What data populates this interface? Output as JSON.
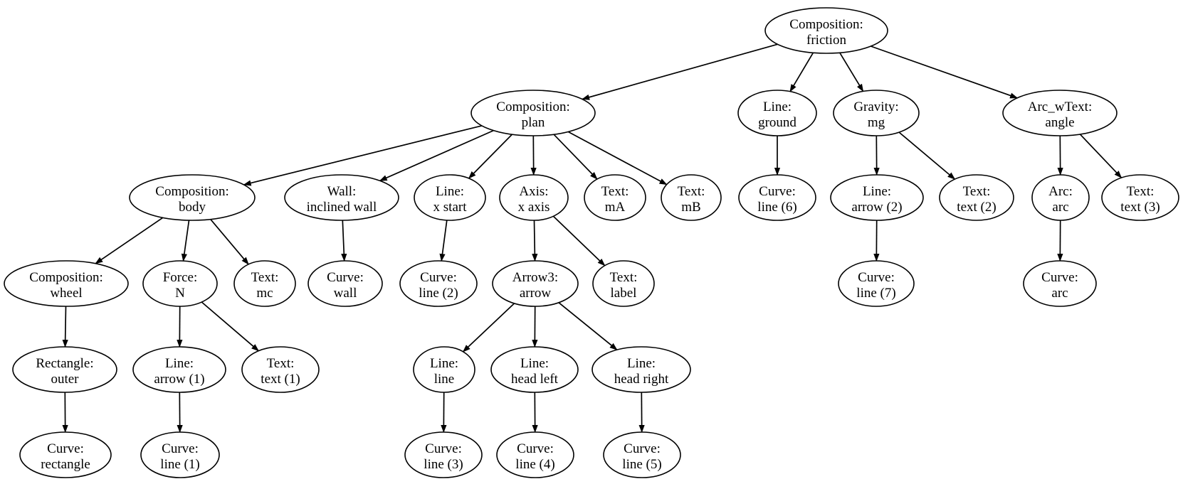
{
  "diagram": {
    "kind": "directed-graph",
    "colors": {
      "background": "#ffffff",
      "node_fill": "#ffffff",
      "stroke": "#000000",
      "text": "#000000"
    },
    "nodes": [
      {
        "id": "friction",
        "line1": "Composition:",
        "line2": "friction"
      },
      {
        "id": "plan",
        "line1": "Composition:",
        "line2": "plan"
      },
      {
        "id": "ground",
        "line1": "Line:",
        "line2": "ground"
      },
      {
        "id": "mg",
        "line1": "Gravity:",
        "line2": "mg"
      },
      {
        "id": "angle",
        "line1": "Arc_wText:",
        "line2": "angle"
      },
      {
        "id": "body",
        "line1": "Composition:",
        "line2": "body"
      },
      {
        "id": "inclined-wall",
        "line1": "Wall:",
        "line2": "inclined wall"
      },
      {
        "id": "x-start",
        "line1": "Line:",
        "line2": "x start"
      },
      {
        "id": "x-axis",
        "line1": "Axis:",
        "line2": "x axis"
      },
      {
        "id": "mA",
        "line1": "Text:",
        "line2": "mA"
      },
      {
        "id": "mB",
        "line1": "Text:",
        "line2": "mB"
      },
      {
        "id": "line6",
        "line1": "Curve:",
        "line2": "line (6)"
      },
      {
        "id": "arrow2",
        "line1": "Line:",
        "line2": "arrow (2)"
      },
      {
        "id": "text2",
        "line1": "Text:",
        "line2": "text (2)"
      },
      {
        "id": "arc",
        "line1": "Arc:",
        "line2": "arc"
      },
      {
        "id": "text3",
        "line1": "Text:",
        "line2": "text (3)"
      },
      {
        "id": "wheel",
        "line1": "Composition:",
        "line2": "wheel"
      },
      {
        "id": "N",
        "line1": "Force:",
        "line2": "N"
      },
      {
        "id": "mc",
        "line1": "Text:",
        "line2": "mc"
      },
      {
        "id": "wall",
        "line1": "Curve:",
        "line2": "wall"
      },
      {
        "id": "line2",
        "line1": "Curve:",
        "line2": "line (2)"
      },
      {
        "id": "arrow3",
        "line1": "Arrow3:",
        "line2": "arrow"
      },
      {
        "id": "label",
        "line1": "Text:",
        "line2": "label"
      },
      {
        "id": "line7",
        "line1": "Curve:",
        "line2": "line (7)"
      },
      {
        "id": "curve-arc",
        "line1": "Curve:",
        "line2": "arc"
      },
      {
        "id": "outer",
        "line1": "Rectangle:",
        "line2": "outer"
      },
      {
        "id": "arrow1",
        "line1": "Line:",
        "line2": "arrow (1)"
      },
      {
        "id": "text1",
        "line1": "Text:",
        "line2": "text (1)"
      },
      {
        "id": "line",
        "line1": "Line:",
        "line2": "line"
      },
      {
        "id": "head-left",
        "line1": "Line:",
        "line2": "head left"
      },
      {
        "id": "head-right",
        "line1": "Line:",
        "line2": "head right"
      },
      {
        "id": "rectangle",
        "line1": "Curve:",
        "line2": "rectangle"
      },
      {
        "id": "line1",
        "line1": "Curve:",
        "line2": "line (1)"
      },
      {
        "id": "line3",
        "line1": "Curve:",
        "line2": "line (3)"
      },
      {
        "id": "line4",
        "line1": "Curve:",
        "line2": "line (4)"
      },
      {
        "id": "line5",
        "line1": "Curve:",
        "line2": "line (5)"
      }
    ],
    "edges": [
      {
        "from": "friction",
        "to": "plan"
      },
      {
        "from": "friction",
        "to": "ground"
      },
      {
        "from": "friction",
        "to": "mg"
      },
      {
        "from": "friction",
        "to": "angle"
      },
      {
        "from": "plan",
        "to": "body"
      },
      {
        "from": "plan",
        "to": "inclined-wall"
      },
      {
        "from": "plan",
        "to": "x-start"
      },
      {
        "from": "plan",
        "to": "x-axis"
      },
      {
        "from": "plan",
        "to": "mA"
      },
      {
        "from": "plan",
        "to": "mB"
      },
      {
        "from": "ground",
        "to": "line6"
      },
      {
        "from": "mg",
        "to": "arrow2"
      },
      {
        "from": "mg",
        "to": "text2"
      },
      {
        "from": "angle",
        "to": "arc"
      },
      {
        "from": "angle",
        "to": "text3"
      },
      {
        "from": "body",
        "to": "wheel"
      },
      {
        "from": "body",
        "to": "N"
      },
      {
        "from": "body",
        "to": "mc"
      },
      {
        "from": "inclined-wall",
        "to": "wall"
      },
      {
        "from": "x-start",
        "to": "line2"
      },
      {
        "from": "x-axis",
        "to": "arrow3"
      },
      {
        "from": "x-axis",
        "to": "label"
      },
      {
        "from": "arrow2",
        "to": "line7"
      },
      {
        "from": "arc",
        "to": "curve-arc"
      },
      {
        "from": "wheel",
        "to": "outer"
      },
      {
        "from": "N",
        "to": "arrow1"
      },
      {
        "from": "N",
        "to": "text1"
      },
      {
        "from": "arrow3",
        "to": "line"
      },
      {
        "from": "arrow3",
        "to": "head-left"
      },
      {
        "from": "arrow3",
        "to": "head-right"
      },
      {
        "from": "outer",
        "to": "rectangle"
      },
      {
        "from": "arrow1",
        "to": "line1"
      },
      {
        "from": "line",
        "to": "line3"
      },
      {
        "from": "head-left",
        "to": "line4"
      },
      {
        "from": "head-right",
        "to": "line5"
      }
    ]
  }
}
